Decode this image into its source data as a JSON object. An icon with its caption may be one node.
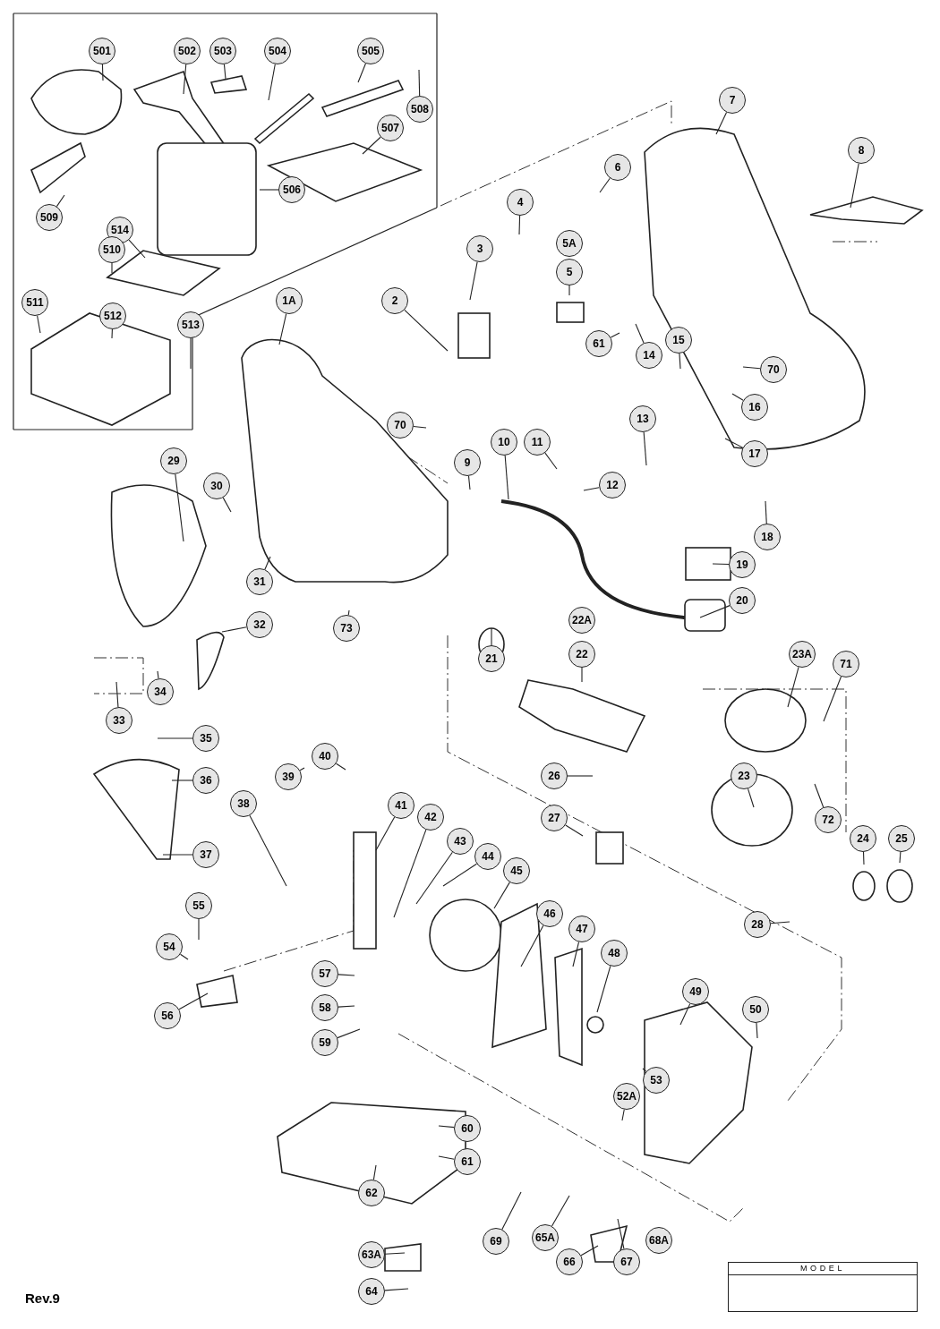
{
  "diagram": {
    "nodes": [
      {
        "text": [
          "501"
        ]
      },
      {
        "text": [
          "502"
        ]
      },
      {
        "text": [
          "503"
        ]
      },
      {
        "text": [
          "504"
        ]
      },
      {
        "text": [
          "505"
        ]
      },
      {
        "text": [
          "508"
        ]
      },
      {
        "text": [
          "507"
        ]
      },
      {
        "text": [
          "506"
        ]
      },
      {
        "text": [
          "509"
        ]
      },
      {
        "text": [
          "514"
        ]
      },
      {
        "text": [
          "510"
        ]
      },
      {
        "text": [
          "511"
        ]
      },
      {
        "text": [
          "512"
        ]
      },
      {
        "text": [
          "513"
        ]
      },
      {
        "text": [
          "7"
        ]
      },
      {
        "text": [
          "8"
        ]
      },
      {
        "text": [
          "6"
        ]
      },
      {
        "text": [
          "5A"
        ]
      },
      {
        "text": [
          "5"
        ]
      },
      {
        "text": [
          "4"
        ]
      },
      {
        "text": [
          "3"
        ]
      },
      {
        "text": [
          "2"
        ]
      },
      {
        "text": [
          "1A"
        ]
      },
      {
        "text": [
          "61"
        ]
      },
      {
        "text": [
          "14"
        ]
      },
      {
        "text": [
          "15"
        ]
      },
      {
        "text": [
          "70"
        ]
      },
      {
        "text": [
          "16"
        ]
      },
      {
        "text": [
          "13"
        ]
      },
      {
        "text": [
          "17"
        ]
      },
      {
        "text": [
          "12"
        ]
      },
      {
        "text": [
          "11"
        ]
      },
      {
        "text": [
          "10"
        ]
      },
      {
        "text": [
          "9"
        ]
      },
      {
        "text": [
          "70"
        ]
      },
      {
        "text": [
          "29"
        ]
      },
      {
        "text": [
          "30"
        ]
      },
      {
        "text": [
          "31"
        ]
      },
      {
        "text": [
          "32"
        ]
      },
      {
        "text": [
          "73"
        ]
      },
      {
        "text": [
          "18"
        ]
      },
      {
        "text": [
          "19"
        ]
      },
      {
        "text": [
          "20"
        ]
      },
      {
        "text": [
          "21"
        ]
      },
      {
        "text": [
          "22A"
        ]
      },
      {
        "text": [
          "22"
        ]
      },
      {
        "text": [
          "23A"
        ]
      },
      {
        "text": [
          "71"
        ]
      },
      {
        "text": [
          "26"
        ]
      },
      {
        "text": [
          "27"
        ]
      },
      {
        "text": [
          "23"
        ]
      },
      {
        "text": [
          "72"
        ]
      },
      {
        "text": [
          "24"
        ]
      },
      {
        "text": [
          "25"
        ]
      },
      {
        "text": [
          "28"
        ]
      },
      {
        "text": [
          "33"
        ]
      },
      {
        "text": [
          "34"
        ]
      },
      {
        "text": [
          "35"
        ]
      },
      {
        "text": [
          "36"
        ]
      },
      {
        "text": [
          "37"
        ]
      },
      {
        "text": [
          "38"
        ]
      },
      {
        "text": [
          "39"
        ]
      },
      {
        "text": [
          "40"
        ]
      },
      {
        "text": [
          "41"
        ]
      },
      {
        "text": [
          "42"
        ]
      },
      {
        "text": [
          "43"
        ]
      },
      {
        "text": [
          "44"
        ]
      },
      {
        "text": [
          "45"
        ]
      },
      {
        "text": [
          "46"
        ]
      },
      {
        "text": [
          "47"
        ]
      },
      {
        "text": [
          "48"
        ]
      },
      {
        "text": [
          "49"
        ]
      },
      {
        "text": [
          "50"
        ]
      },
      {
        "text": [
          "52A"
        ]
      },
      {
        "text": [
          "53"
        ]
      },
      {
        "text": [
          "54"
        ]
      },
      {
        "text": [
          "55"
        ]
      },
      {
        "text": [
          "56"
        ]
      },
      {
        "text": [
          "57"
        ]
      },
      {
        "text": [
          "58"
        ]
      },
      {
        "text": [
          "59"
        ]
      },
      {
        "text": [
          "60"
        ]
      },
      {
        "text": [
          "61"
        ]
      },
      {
        "text": [
          "62"
        ]
      },
      {
        "text": [
          "63A"
        ]
      },
      {
        "text": [
          "64"
        ]
      },
      {
        "text": [
          "65A"
        ]
      },
      {
        "text": [
          "69"
        ]
      },
      {
        "text": [
          "66"
        ]
      },
      {
        "text": [
          "67"
        ]
      },
      {
        "text": [
          "68A"
        ]
      }
    ],
    "edges": [
      {
        "from": 0,
        "to": null,
        "arrow": "none"
      },
      {
        "from": 1,
        "to": null,
        "arrow": "none"
      },
      {
        "from": 2,
        "to": null,
        "arrow": "none"
      },
      {
        "from": 3,
        "to": null,
        "arrow": "none"
      },
      {
        "from": 4,
        "to": null,
        "arrow": "none"
      },
      {
        "from": 5,
        "to": null,
        "arrow": "none"
      },
      {
        "from": 6,
        "to": null,
        "arrow": "none"
      },
      {
        "from": 7,
        "to": null,
        "arrow": "none"
      },
      {
        "from": 8,
        "to": null,
        "arrow": "none"
      },
      {
        "from": 9,
        "to": null,
        "arrow": "none"
      },
      {
        "from": 10,
        "to": null,
        "arrow": "none"
      },
      {
        "from": 11,
        "to": null,
        "arrow": "none"
      },
      {
        "from": 12,
        "to": null,
        "arrow": "none"
      },
      {
        "from": 13,
        "to": null,
        "arrow": "none"
      },
      {
        "from": 14,
        "to": null,
        "arrow": "none"
      },
      {
        "from": 15,
        "to": null,
        "arrow": "none"
      },
      {
        "from": 16,
        "to": null,
        "arrow": "none"
      },
      {
        "from": 18,
        "to": null,
        "arrow": "none"
      },
      {
        "from": 19,
        "to": null,
        "arrow": "none"
      },
      {
        "from": 20,
        "to": null,
        "arrow": "none"
      },
      {
        "from": 21,
        "to": null,
        "arrow": "none"
      },
      {
        "from": 22,
        "to": null,
        "arrow": "none"
      },
      {
        "from": 23,
        "to": null,
        "arrow": "none"
      },
      {
        "from": 24,
        "to": null,
        "arrow": "none"
      },
      {
        "from": 25,
        "to": null,
        "arrow": "none"
      },
      {
        "from": 26,
        "to": null,
        "arrow": "none"
      },
      {
        "from": 27,
        "to": null,
        "arrow": "none"
      },
      {
        "from": 28,
        "to": null,
        "arrow": "none"
      },
      {
        "from": 29,
        "to": null,
        "arrow": "none"
      },
      {
        "from": 30,
        "to": null,
        "arrow": "none"
      },
      {
        "from": 31,
        "to": null,
        "arrow": "none"
      },
      {
        "from": 32,
        "to": null,
        "arrow": "none"
      },
      {
        "from": 33,
        "to": null,
        "arrow": "none"
      },
      {
        "from": 34,
        "to": null,
        "arrow": "none"
      },
      {
        "from": 35,
        "to": null,
        "arrow": "none"
      },
      {
        "from": 36,
        "to": null,
        "arrow": "none"
      },
      {
        "from": 37,
        "to": null,
        "arrow": "none"
      },
      {
        "from": 38,
        "to": null,
        "arrow": "none"
      },
      {
        "from": 39,
        "to": null,
        "arrow": "none"
      },
      {
        "from": 40,
        "to": null,
        "arrow": "none"
      },
      {
        "from": 41,
        "to": null,
        "arrow": "none"
      },
      {
        "from": 42,
        "to": null,
        "arrow": "none"
      },
      {
        "from": 43,
        "to": null,
        "arrow": "none"
      },
      {
        "from": 45,
        "to": null,
        "arrow": "none"
      },
      {
        "from": 46,
        "to": null,
        "arrow": "none"
      },
      {
        "from": 47,
        "to": null,
        "arrow": "none"
      },
      {
        "from": 48,
        "to": null,
        "arrow": "none"
      },
      {
        "from": 49,
        "to": null,
        "arrow": "none"
      },
      {
        "from": 50,
        "to": null,
        "arrow": "none"
      },
      {
        "from": 51,
        "to": null,
        "arrow": "none"
      },
      {
        "from": 52,
        "to": null,
        "arrow": "none"
      },
      {
        "from": 53,
        "to": null,
        "arrow": "none"
      },
      {
        "from": 54,
        "to": null,
        "arrow": "none"
      },
      {
        "from": 55,
        "to": null,
        "arrow": "none"
      },
      {
        "from": 56,
        "to": null,
        "arrow": "none"
      },
      {
        "from": 57,
        "to": null,
        "arrow": "none"
      },
      {
        "from": 58,
        "to": null,
        "arrow": "none"
      },
      {
        "from": 59,
        "to": null,
        "arrow": "none"
      },
      {
        "from": 60,
        "to": null,
        "arrow": "none"
      },
      {
        "from": 61,
        "to": null,
        "arrow": "none"
      },
      {
        "from": 62,
        "to": null,
        "arrow": "none"
      },
      {
        "from": 63,
        "to": null,
        "arrow": "none"
      },
      {
        "from": 64,
        "to": null,
        "arrow": "none"
      },
      {
        "from": 65,
        "to": null,
        "arrow": "none"
      },
      {
        "from": 66,
        "to": null,
        "arrow": "none"
      },
      {
        "from": 67,
        "to": null,
        "arrow": "none"
      },
      {
        "from": 68,
        "to": null,
        "arrow": "none"
      },
      {
        "from": 69,
        "to": null,
        "arrow": "none"
      },
      {
        "from": 70,
        "to": null,
        "arrow": "none"
      },
      {
        "from": 71,
        "to": null,
        "arrow": "none"
      },
      {
        "from": 72,
        "to": null,
        "arrow": "none"
      },
      {
        "from": 73,
        "to": null,
        "arrow": "none"
      },
      {
        "from": 74,
        "to": null,
        "arrow": "none"
      },
      {
        "from": 75,
        "to": null,
        "arrow": "none"
      },
      {
        "from": 76,
        "to": null,
        "arrow": "none"
      },
      {
        "from": 77,
        "to": null,
        "arrow": "none"
      },
      {
        "from": 78,
        "to": null,
        "arrow": "none"
      },
      {
        "from": 79,
        "to": null,
        "arrow": "none"
      },
      {
        "from": 80,
        "to": null,
        "arrow": "none"
      },
      {
        "from": 81,
        "to": null,
        "arrow": "none"
      },
      {
        "from": 82,
        "to": null,
        "arrow": "none"
      },
      {
        "from": 83,
        "to": null,
        "arrow": "none"
      },
      {
        "from": 84,
        "to": null,
        "arrow": "none"
      },
      {
        "from": 85,
        "to": null,
        "arrow": "none"
      },
      {
        "from": 86,
        "to": null,
        "arrow": "none"
      },
      {
        "from": 87,
        "to": null,
        "arrow": "none"
      },
      {
        "from": 88,
        "to": null,
        "arrow": "none"
      },
      {
        "from": 89,
        "to": null,
        "arrow": "none"
      }
    ],
    "labels": [
      "Rev.9",
      "MODEL"
    ]
  }
}
